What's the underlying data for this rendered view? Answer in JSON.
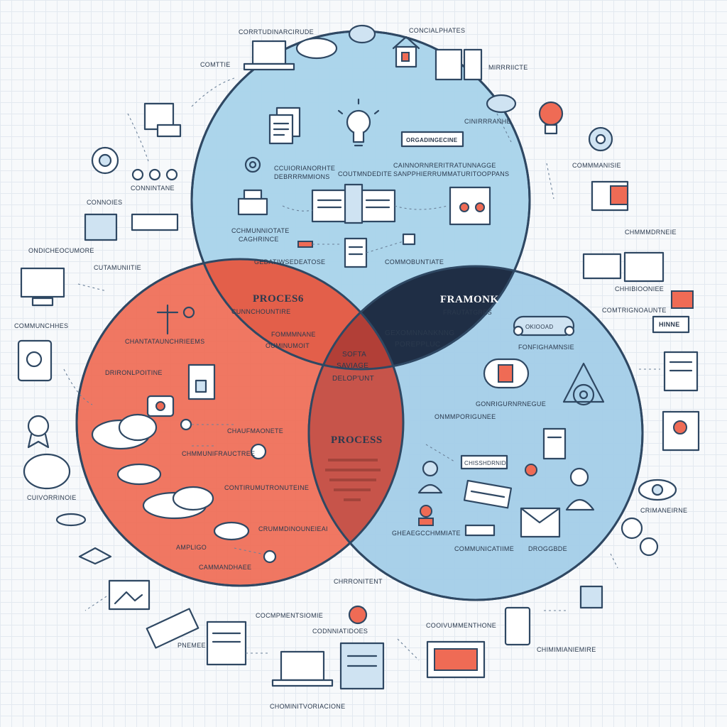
{
  "diagram": {
    "circles": {
      "top": {
        "color": "#a9d4ea"
      },
      "left": {
        "color": "#ef6b55"
      },
      "right": {
        "color": "#a3cde8"
      }
    },
    "regions": {
      "left_top_overlap": {
        "title": "PROCES6",
        "subtitle": "CUNNCHOUNTIRE",
        "text1": "FOMMMNANE",
        "text2": "OUMINUMOIT"
      },
      "right_top_overlap": {
        "title": "FRAMONK",
        "subtitle": "FRAUTATGRES",
        "text1": "GEXOMNNANKNNG",
        "text2": "POREPPLUC"
      },
      "center": {
        "line1": "SOFTA",
        "line2": "SAVIAGE",
        "line3": "DELOP'UNT"
      },
      "left_right_overlap": {
        "title": "PROCESS"
      }
    },
    "labels": {
      "top_banner": "ORGADINGECINE",
      "top_caption1": "CCUIORIANORHTE",
      "top_caption2": "DEBRRRMMIONS",
      "top_caption3": "COUTMNDEDITE",
      "top_caption4": "CAINNORNRERITRATUNNAGGE",
      "top_caption5": "SANPPHIERRUMMATURITOOPPANS",
      "top_caption6": "CCHMUNNIOTATE",
      "top_caption7": "CAGHRINCE",
      "top_caption8": "GEDATIWSEDEATOSE",
      "top_caption9": "COMMOBUNTIATE",
      "right_badge1": "OKIOOAD",
      "right_caption1": "FONFIGHAMNSIE",
      "right_caption2": "GONRIGURNRNEGUE",
      "right_caption3": "ONMMPORIGUNEE",
      "right_badge2": "CHISSHDRNID",
      "right_caption4": "GHEAEGCCHMMIATE",
      "right_caption5": "COMMUNICATIIME",
      "right_caption6": "DROGGBDE",
      "left_caption1": "CHANTATAUNCHRIEEMS",
      "left_caption2": "DRIRONLPOITINE",
      "left_caption3": "CHAUFMAONETE",
      "left_caption4": "CHMMUNIFRAUCTREE",
      "left_caption5": "CONTIRUMUTRONUTEINE",
      "left_caption6": "CRUMMDINOUNEIEAI",
      "left_caption7": "AMPLIGO",
      "left_caption8": "CAMMANDHAEE",
      "outer_top1": "CORRTUDINARCIRUDE",
      "outer_top2": "COMTTIE",
      "outer_top3": "CONCIALPHATES",
      "outer_top4": "MIRRRIICTE",
      "outer_left1": "CONNINTANE",
      "outer_left2": "CONNOIES",
      "outer_left3": "ONDICHEOCUMORE",
      "outer_left4": "CUTAMUNIITIE",
      "outer_left5": "COMMUNCHHES",
      "outer_left6": "PNEMEE",
      "outer_left7": "CUIVORRINOIE",
      "outer_right1": "CINIRRRANHE",
      "outer_right2": "COMMMANISIE",
      "outer_right3": "CHMMMDRNEIE",
      "outer_right4": "CHHIBIOONIEE",
      "outer_right5": "COMTRIGNOAUNTE",
      "outer_right6": "HINNE",
      "outer_right7": "CRIMANEIRNE",
      "outer_bottom1": "CHRRONITENT",
      "outer_bottom2": "CODNNIATIDOES",
      "outer_bottom3": "COCMPMENTSIOMIE",
      "outer_bottom4": "COOIVUMMENTHONE",
      "outer_bottom5": "CHIMIMIANIEMIRE",
      "outer_bottom6": "CHOMINITVORIACIONE"
    }
  }
}
